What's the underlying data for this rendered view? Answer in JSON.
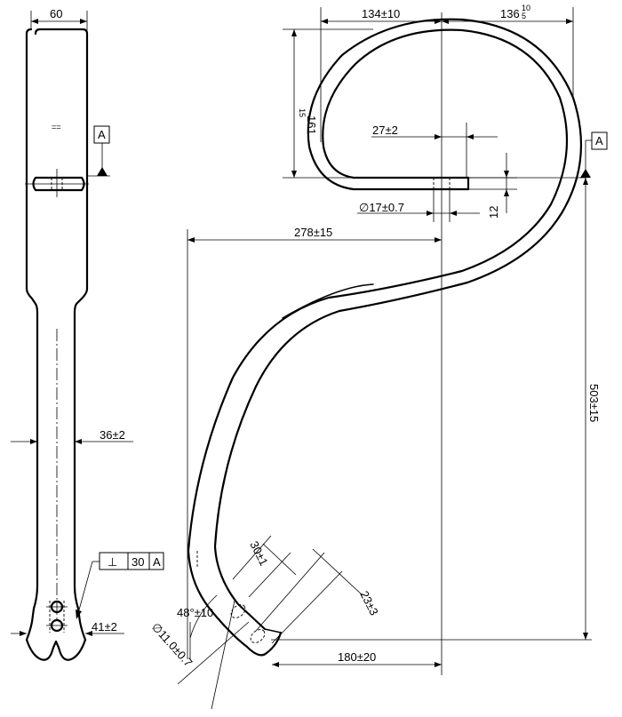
{
  "drawing": {
    "side_view": {
      "width_dim": "60",
      "shank_width_dim": "36±2",
      "tip_width_dim": "41±2",
      "datum_ref": "A",
      "center_mark": "==",
      "tolerance_frame": {
        "symbol": "⊥",
        "value": "30",
        "datum": "A"
      }
    },
    "front_view": {
      "dim_top_left": "134±10",
      "dim_top_right_base": "136",
      "dim_top_right_upper": "10",
      "dim_top_right_lower": "5",
      "dim_curl_height_base": "161",
      "dim_curl_height_tol": "15",
      "dim_tip_len": "27±2",
      "dim_tip_thickness": "12",
      "dim_hole_dia": "∅17±0.7",
      "dim_reach": "278±15",
      "dim_height": "503±15",
      "dim_hole_spacing": "30±1",
      "dim_tip_width": "23±3",
      "dim_angle": "48°±10",
      "dim_bolt_dia": "∅11.0±0.7",
      "dim_tip_offset": "180±20",
      "datum_ref": "A"
    }
  }
}
